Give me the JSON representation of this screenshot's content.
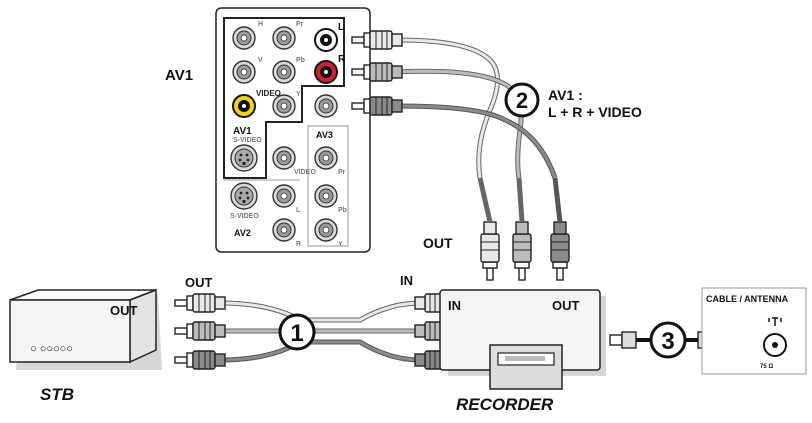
{
  "panel": {
    "title": "AV1",
    "jack_labels": {
      "H": "H",
      "Pr": "Pr",
      "L": "L",
      "V": "V",
      "Pb": "Pb",
      "R": "R",
      "VIDEO": "VIDEO",
      "Y": "Y",
      "AV1": "AV1",
      "S-VIDEO_small": "S-VIDEO",
      "VIDEO_small": "VIDEO",
      "AV3": "AV3",
      "Pr3": "Pr",
      "S-VIDEO": "S-VIDEO",
      "L2": "L",
      "Pb3": "Pb",
      "AV2": "AV2",
      "R2": "R",
      "Y3": "Y"
    }
  },
  "step2": {
    "number": "2",
    "line1": "AV1 :",
    "line2": "L + R + VIDEO"
  },
  "step1": {
    "number": "1"
  },
  "step3": {
    "number": "3"
  },
  "stb": {
    "name": "STB",
    "out_label": "OUT",
    "display": "○ ○○○○○"
  },
  "recorder": {
    "name": "RECORDER",
    "in_label": "IN",
    "out_label": "OUT",
    "top_out_label": "OUT"
  },
  "cable_labels": {
    "stb_out": "OUT",
    "recorder_in": "IN"
  },
  "antenna": {
    "label": "CABLE / ANTENNA",
    "impedance": "75 Ω"
  },
  "colors": {
    "red_jack": "#d0202a",
    "yellow_jack": "#f2d400",
    "device_fill": "#f4f4f4",
    "cable_light": "#e8e8e8",
    "cable_mid": "#b8b8b8",
    "cable_dark": "#8a8a8a"
  }
}
